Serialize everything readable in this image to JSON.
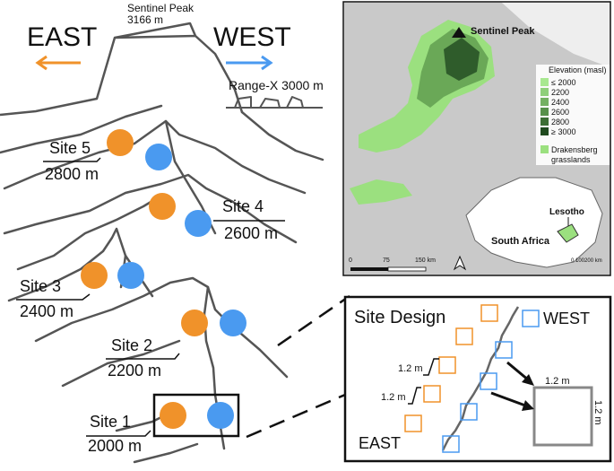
{
  "colors": {
    "east": "#f0922a",
    "west": "#4a9af0",
    "ridge": "#555555",
    "map_sea": "#c9c9c9",
    "map_land": "#eeeeee",
    "grassland": "#9be07f"
  },
  "mountain": {
    "peak_name": "Sentinel Peak",
    "peak_elev": "3166 m",
    "east_label": "EAST",
    "west_label": "WEST",
    "range_label": "Range-X 3000 m"
  },
  "sites": [
    {
      "name": "Site 5",
      "elev": "2800 m"
    },
    {
      "name": "Site 4",
      "elev": "2600 m"
    },
    {
      "name": "Site 3",
      "elev": "2400 m"
    },
    {
      "name": "Site 2",
      "elev": "2200 m"
    },
    {
      "name": "Site 1",
      "elev": "2000 m"
    }
  ],
  "map": {
    "peak_label": "Sentinel Peak",
    "legend_title": "Elevation (masl)",
    "legend_items": [
      {
        "label": "≤ 2000",
        "color": "#a8e890"
      },
      {
        "label": "2200",
        "color": "#8fcf7a"
      },
      {
        "label": "2400",
        "color": "#74b062"
      },
      {
        "label": "2600",
        "color": "#57904a"
      },
      {
        "label": "2800",
        "color": "#3c6e34"
      },
      {
        "label": "≥ 3000",
        "color": "#1f4a1e"
      }
    ],
    "grassland_label_1": "Drakensberg",
    "grassland_label_2": "grasslands",
    "scale_0": "0",
    "scale_75": "75",
    "scale_150": "150 km",
    "inset_lesotho": "Lesotho",
    "inset_sa": "South Africa",
    "inset_scale": "0  100200 km"
  },
  "site_design": {
    "title": "Site Design",
    "west_label": "WEST",
    "east_label": "EAST",
    "dim_1": "1.2 m",
    "dim_2": "1.2 m",
    "dim_top": "1.2 m",
    "dim_side": "1.2 m"
  }
}
